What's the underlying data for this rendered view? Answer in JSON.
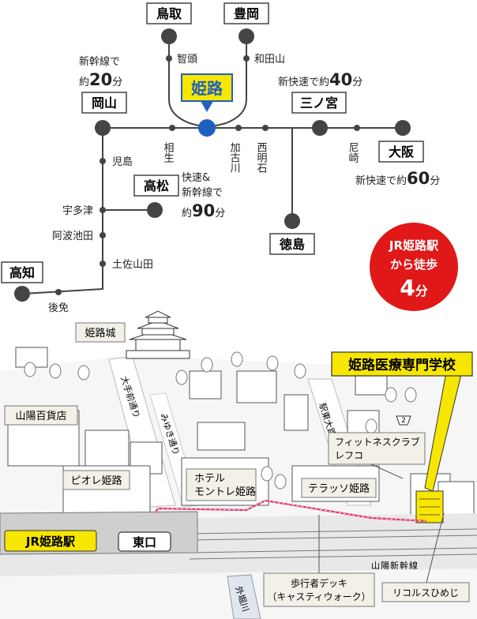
{
  "route_map": {
    "hub": "姫路",
    "cities": {
      "tottori": "鳥取",
      "toyooka": "豊岡",
      "okayama": "岡山",
      "sannomiya": "三ノ宮",
      "osaka": "大阪",
      "takamatsu": "高松",
      "tokushima": "徳島",
      "kochi": "高知"
    },
    "stations": {
      "chizu": "智頭",
      "wadayama": "和田山",
      "aioi": "相生",
      "kakogawa": "加古川",
      "nishiakashi": "西明石",
      "amagasaki": "尼崎",
      "kojima": "児島",
      "utazu": "宇多津",
      "awaikeda": "阿波池田",
      "tosayamada": "土佐山田",
      "gomen": "後免"
    },
    "travel_times": {
      "okayama": {
        "mode": "新幹線で",
        "prefix": "約",
        "num": "20",
        "unit": "分"
      },
      "sannomiya": {
        "mode": "新快速で",
        "prefix": "約",
        "num": "40",
        "unit": "分"
      },
      "osaka": {
        "mode": "新快速で",
        "prefix": "約",
        "num": "60",
        "unit": "分"
      },
      "takamatsu": {
        "mode1": "快速&",
        "mode2": "新幹線で",
        "prefix": "約",
        "num": "90",
        "unit": "分"
      }
    }
  },
  "walk_badge": {
    "line1": "JR姫路駅",
    "line2": "から徒歩",
    "num": "4",
    "unit": "分"
  },
  "area_map": {
    "school": "姫路医療専門学校",
    "castle": "姫路城",
    "department_store": "山陽百貨店",
    "piole": "ピオレ姫路",
    "hotel": [
      "ホテル",
      "モントレ姫路"
    ],
    "terrace": "テラッソ姫路",
    "fitness": [
      "フィットネスクラブ",
      "レフコ"
    ],
    "station": "JR姫路駅",
    "east_exit": "東口",
    "deck": [
      "歩行者デッキ",
      "（キャスティウォーク）"
    ],
    "licolus": "リコルスひめじ",
    "shinkansen": "山陽新幹線",
    "otemae": "大手前通り",
    "miyuki": "みゆき通り",
    "station_east": "駅東大路",
    "sotobori": "外堀川",
    "route_no": "2"
  },
  "colors": {
    "hub": "#1f5fbf",
    "badge": "#e01818",
    "school_box": "#f7e600",
    "route": "#e0306a",
    "line": "#444444"
  }
}
